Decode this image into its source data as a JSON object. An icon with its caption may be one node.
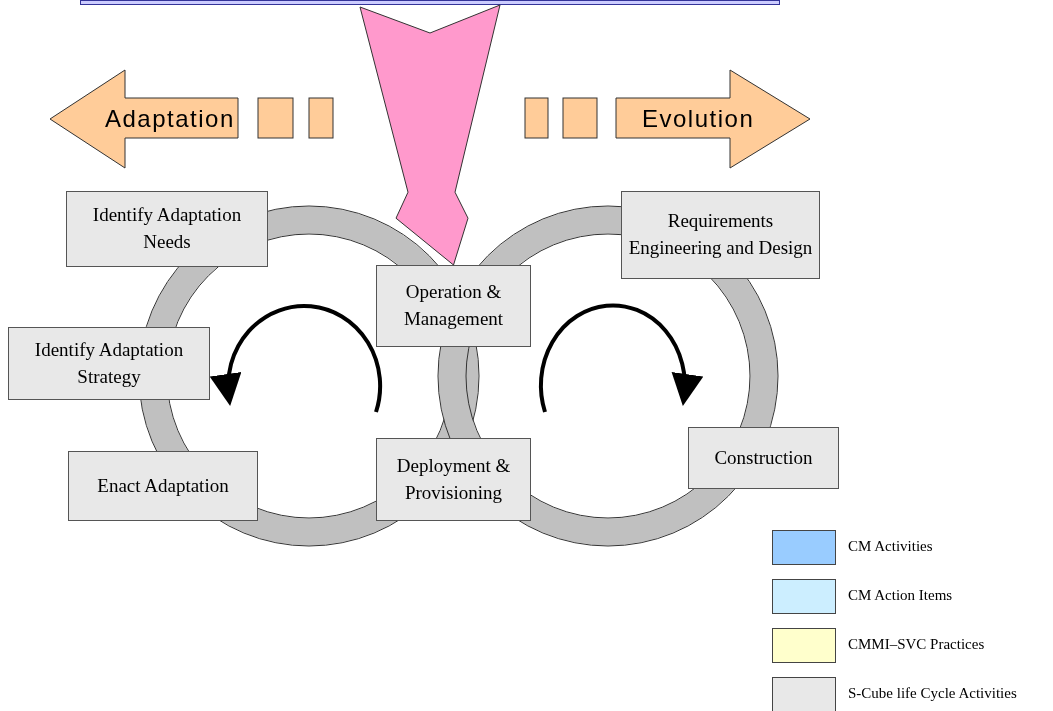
{
  "diagram": {
    "nodes": [
      {
        "text": [],
        "shape": "box"
      },
      {
        "text": [
          "Adaptation"
        ]
      },
      {
        "text": [
          "Evolution"
        ]
      },
      {
        "text": [
          "Identify Adaptation Needs"
        ]
      },
      {
        "text": [
          "Requirements Engineering and Design"
        ]
      },
      {
        "text": [
          "Operation & Management"
        ]
      },
      {
        "text": [
          "Identify Adaptation Strategy"
        ]
      },
      {
        "text": [
          "Enact Adaptation"
        ]
      },
      {
        "text": [
          "Deployment & Provisioning"
        ]
      },
      {
        "text": [
          "Construction"
        ]
      }
    ],
    "edges": [
      {
        "from": 0,
        "to": 5,
        "arrow": "to",
        "style": "thick",
        "color": "#ff99cc"
      }
    ],
    "legend": [
      {
        "text": "CM Activities",
        "color": "#99ccff"
      },
      {
        "text": "CM Action Items",
        "color": "#cceeff"
      },
      {
        "text": "CMMI–SVC Practices",
        "color": "#ffffcc"
      },
      {
        "text": "S-Cube life Cycle Activities",
        "color": "#e8e8e8"
      }
    ]
  }
}
